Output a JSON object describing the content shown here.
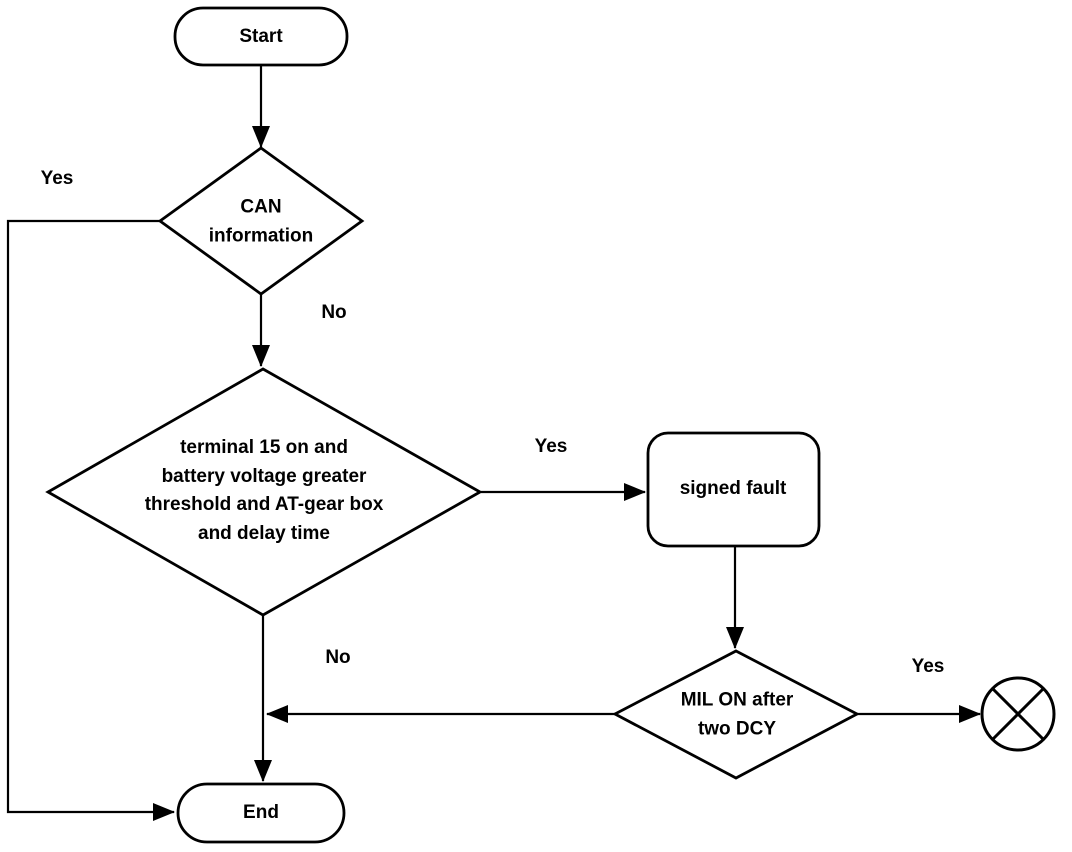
{
  "diagram": {
    "type": "flowchart",
    "background": "#ffffff",
    "line_color": "#000000",
    "nodes": {
      "start": {
        "type": "terminator",
        "label": "Start"
      },
      "can_info": {
        "type": "decision",
        "label": "CAN\ninformation"
      },
      "main_condition": {
        "type": "decision",
        "label": "terminal 15 on and\nbattery voltage greater\nthreshold and AT-gear box\nand delay time"
      },
      "signed_fault": {
        "type": "process",
        "label": "signed fault"
      },
      "mil_on": {
        "type": "decision",
        "label": "MIL ON after\ntwo DCY"
      },
      "end": {
        "type": "terminator",
        "label": "End"
      },
      "stop_circle": {
        "type": "crossed-circle-terminator",
        "label": ""
      }
    },
    "edges": [
      {
        "from": "start",
        "to": "can_info",
        "label": ""
      },
      {
        "from": "can_info",
        "to": "end",
        "label": "Yes"
      },
      {
        "from": "can_info",
        "to": "main_condition",
        "label": "No"
      },
      {
        "from": "main_condition",
        "to": "signed_fault",
        "label": "Yes"
      },
      {
        "from": "main_condition",
        "to": "end",
        "label": "No"
      },
      {
        "from": "signed_fault",
        "to": "mil_on",
        "label": ""
      },
      {
        "from": "mil_on",
        "to": "stop_circle",
        "label": "Yes"
      },
      {
        "from": "mil_on",
        "to": "end",
        "label": "No"
      }
    ],
    "edge_labels": {
      "can_yes": "Yes",
      "can_no": "No",
      "main_yes": "Yes",
      "main_no": "No",
      "mil_yes": "Yes"
    }
  }
}
